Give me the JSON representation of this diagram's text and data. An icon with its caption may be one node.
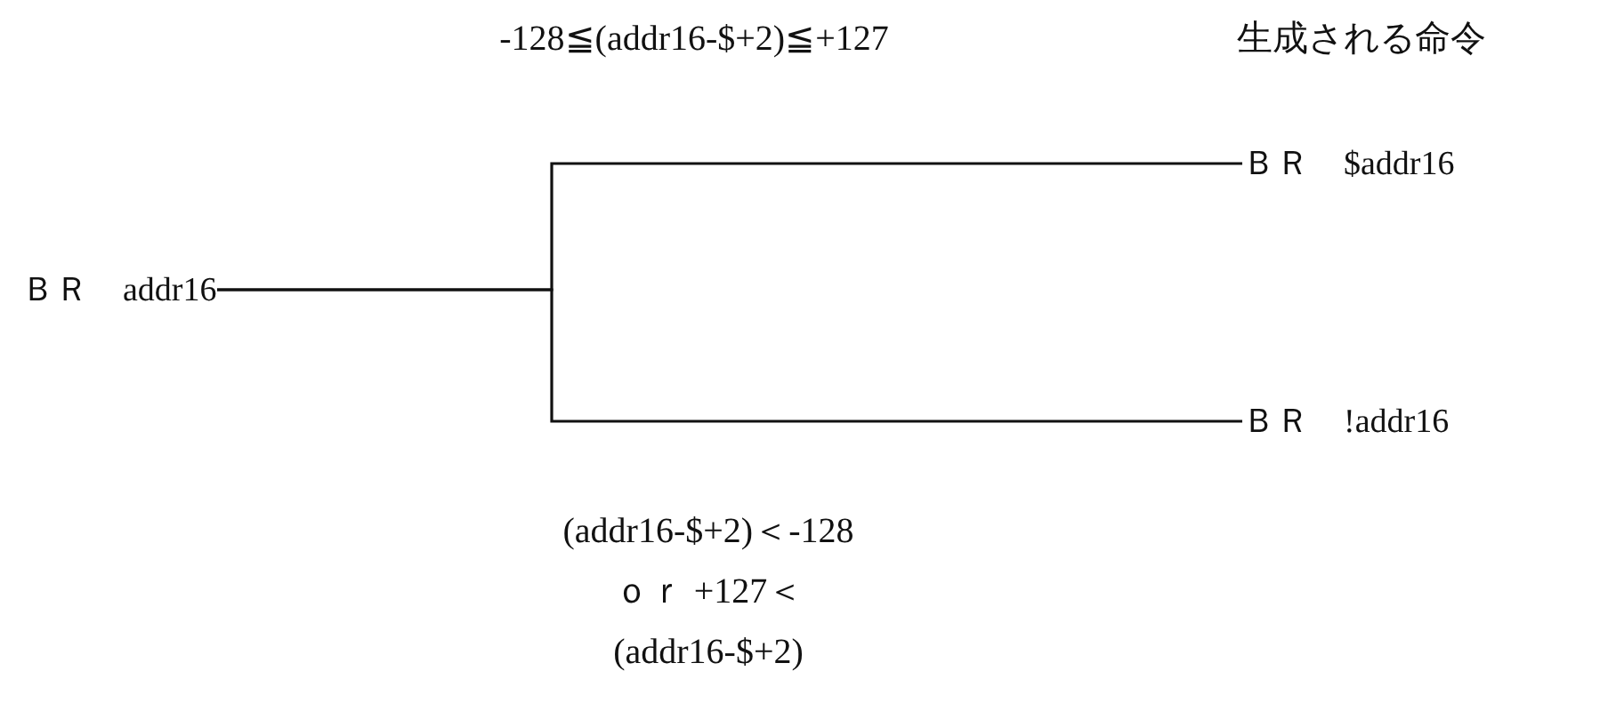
{
  "diagram": {
    "nodes": [
      {
        "text": [
          "ＢＲ　addr16"
        ]
      },
      {
        "text": [
          "ＢＲ　$addr16"
        ]
      },
      {
        "text": [
          "ＢＲ　!addr16"
        ]
      }
    ],
    "edges": [
      {
        "from": 0,
        "to": 1,
        "arrow": "none",
        "label": "-128≦(addr16-$+2)≦+127"
      },
      {
        "from": 0,
        "to": 2,
        "arrow": "none",
        "label": "(addr16-$+2)＜-128 ｏｒ +127＜(addr16-$+2)"
      }
    ],
    "labels": [
      "生成される命令"
    ]
  }
}
